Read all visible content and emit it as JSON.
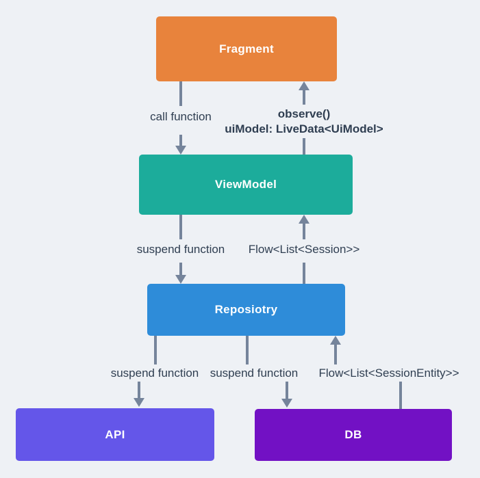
{
  "diagram": {
    "background_color": "#EEF1F5",
    "arrow_color": "#75849B",
    "label_text_color": "#2F3E51"
  },
  "nodes": {
    "fragment": {
      "label": "Fragment",
      "color": "#E8833C"
    },
    "viewmodel": {
      "label": "ViewModel",
      "color": "#1CAC9B"
    },
    "repository": {
      "label": "Reposiotry",
      "color": "#2E8CD9"
    },
    "api": {
      "label": "API",
      "color": "#6456E9"
    },
    "db": {
      "label": "DB",
      "color": "#7211C4"
    }
  },
  "edges": {
    "fragment_to_viewmodel": {
      "label": "call function"
    },
    "viewmodel_to_fragment": {
      "label_line1": "observe()",
      "label_line2": "uiModel: LiveData<UiModel>"
    },
    "viewmodel_to_repository": {
      "label": "suspend function"
    },
    "repository_to_viewmodel": {
      "label": "Flow<List<Session>>"
    },
    "repository_to_api": {
      "label": "suspend function"
    },
    "repository_to_db": {
      "label": "suspend function"
    },
    "db_to_repository": {
      "label": "Flow<List<SessionEntity>>"
    }
  }
}
